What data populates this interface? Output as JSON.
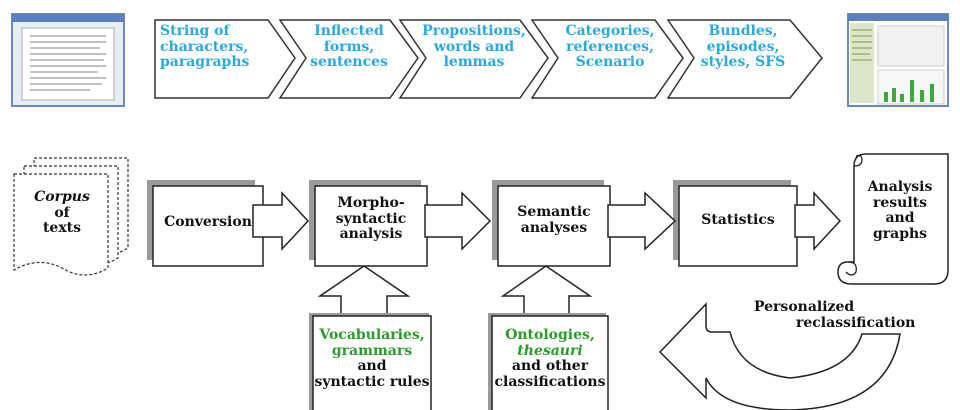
{
  "top_row": {
    "step1": [
      "String of",
      "characters,",
      "paragraphs"
    ],
    "step2": [
      "Inflected",
      "forms,",
      "sentences"
    ],
    "step3": [
      "Propositions,",
      "words and",
      "lemmas"
    ],
    "step4": [
      "Categories,",
      "references,",
      "Scenario"
    ],
    "step5": [
      "Bundles,",
      "episodes,",
      "styles, SFS"
    ]
  },
  "flow": {
    "corpus": {
      "line1": "Corpus",
      "line2": "of",
      "line3": "texts"
    },
    "conversion": "Conversion",
    "morpho": [
      "Morpho-",
      "syntactic",
      "analysis"
    ],
    "semantic": [
      "Semantic",
      "analyses"
    ],
    "statistics": "Statistics",
    "results": [
      "Analysis",
      "results",
      "and",
      "graphs"
    ]
  },
  "inputs": {
    "vocab": [
      "Vocabularies,",
      "grammars",
      "and",
      "syntactic rules"
    ],
    "ontologies": {
      "line1": "Ontologies,",
      "line2": "thesauri",
      "line3": "and other",
      "line4": "classifications"
    }
  },
  "feedback": {
    "line1": "Personalized",
    "line2": "reclassification"
  },
  "colors": {
    "blue_text": "#2aa8e0",
    "green_text": "#2a9a2a",
    "shadow": "#9a9a9a",
    "outline": "#222222"
  }
}
